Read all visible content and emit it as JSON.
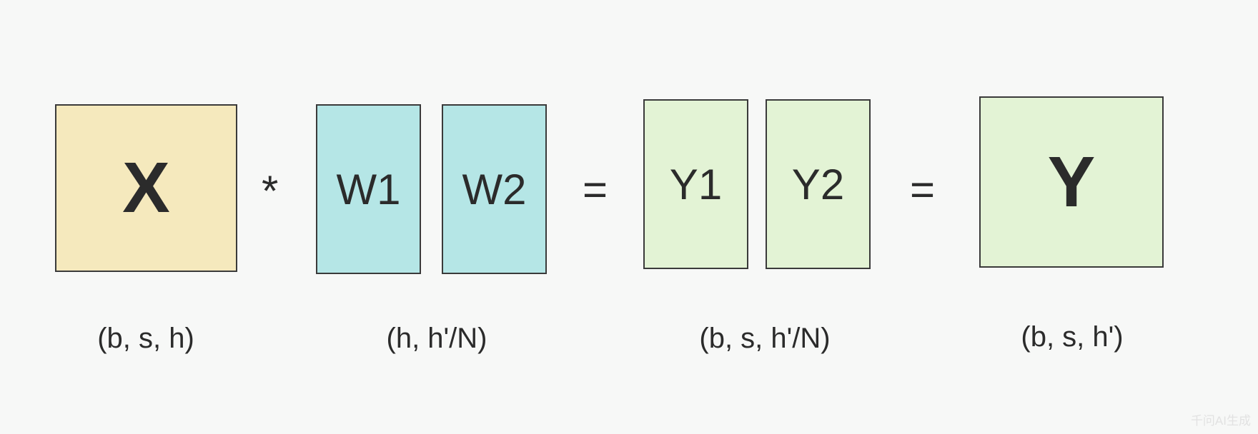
{
  "matrices": {
    "x": "X",
    "w1": "W1",
    "w2": "W2",
    "y1": "Y1",
    "y2": "Y2",
    "y": "Y"
  },
  "operators": {
    "multiply": "*",
    "equals_1": "=",
    "equals_2": "="
  },
  "shapes": {
    "x": "(b, s, h)",
    "w": "(h, h'/N)",
    "y_parts": "(b, s,  h'/N)",
    "y": "(b, s, h')"
  },
  "colors": {
    "x_fill": "#f5e9bd",
    "w_fill": "#b5e6e6",
    "y_fill": "#e3f3d5"
  },
  "watermark": "千问AI生成"
}
